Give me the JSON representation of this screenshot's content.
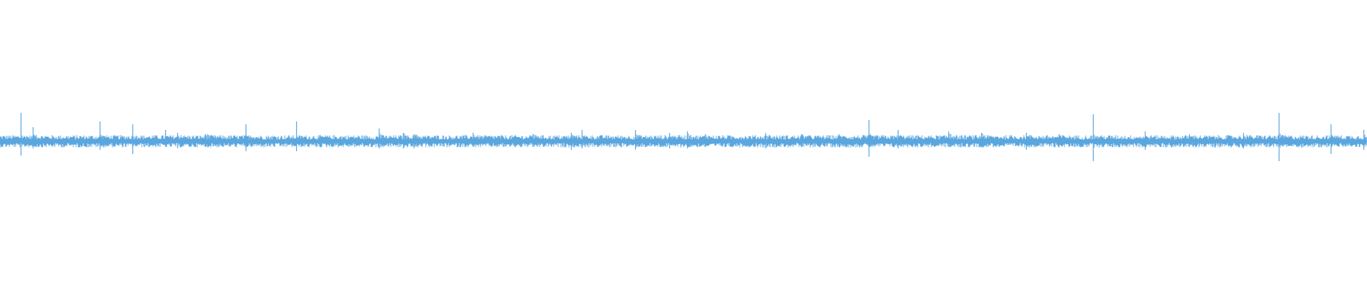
{
  "waveform": {
    "color": "#5aa6df",
    "background": "#ffffff",
    "baseline_amplitude": 0.035,
    "spikes": [
      {
        "t": 0.015,
        "a": 0.2,
        "d": 0.1
      },
      {
        "t": 0.024,
        "a": 0.1,
        "d": 0.05
      },
      {
        "t": 0.073,
        "a": 0.14,
        "d": 0.06
      },
      {
        "t": 0.097,
        "a": 0.12,
        "d": 0.09
      },
      {
        "t": 0.121,
        "a": 0.08,
        "d": 0.04
      },
      {
        "t": 0.13,
        "a": 0.06,
        "d": 0.05
      },
      {
        "t": 0.15,
        "a": 0.05,
        "d": 0.04
      },
      {
        "t": 0.18,
        "a": 0.12,
        "d": 0.07
      },
      {
        "t": 0.217,
        "a": 0.14,
        "d": 0.07
      },
      {
        "t": 0.277,
        "a": 0.09,
        "d": 0.05
      },
      {
        "t": 0.295,
        "a": 0.06,
        "d": 0.05
      },
      {
        "t": 0.303,
        "a": 0.05,
        "d": 0.05
      },
      {
        "t": 0.346,
        "a": 0.06,
        "d": 0.04
      },
      {
        "t": 0.39,
        "a": 0.05,
        "d": 0.04
      },
      {
        "t": 0.418,
        "a": 0.06,
        "d": 0.06
      },
      {
        "t": 0.426,
        "a": 0.08,
        "d": 0.05
      },
      {
        "t": 0.465,
        "a": 0.08,
        "d": 0.06
      },
      {
        "t": 0.49,
        "a": 0.06,
        "d": 0.05
      },
      {
        "t": 0.503,
        "a": 0.07,
        "d": 0.05
      },
      {
        "t": 0.516,
        "a": 0.05,
        "d": 0.04
      },
      {
        "t": 0.56,
        "a": 0.06,
        "d": 0.05
      },
      {
        "t": 0.586,
        "a": 0.05,
        "d": 0.04
      },
      {
        "t": 0.614,
        "a": 0.05,
        "d": 0.04
      },
      {
        "t": 0.636,
        "a": 0.15,
        "d": 0.11
      },
      {
        "t": 0.657,
        "a": 0.08,
        "d": 0.05
      },
      {
        "t": 0.694,
        "a": 0.07,
        "d": 0.04
      },
      {
        "t": 0.718,
        "a": 0.06,
        "d": 0.04
      },
      {
        "t": 0.751,
        "a": 0.06,
        "d": 0.06
      },
      {
        "t": 0.775,
        "a": 0.05,
        "d": 0.04
      },
      {
        "t": 0.8,
        "a": 0.19,
        "d": 0.14
      },
      {
        "t": 0.838,
        "a": 0.07,
        "d": 0.06
      },
      {
        "t": 0.87,
        "a": 0.05,
        "d": 0.04
      },
      {
        "t": 0.91,
        "a": 0.06,
        "d": 0.05
      },
      {
        "t": 0.936,
        "a": 0.2,
        "d": 0.14
      },
      {
        "t": 0.974,
        "a": 0.12,
        "d": 0.09
      },
      {
        "t": 0.998,
        "a": 0.08,
        "d": 0.06
      }
    ]
  }
}
